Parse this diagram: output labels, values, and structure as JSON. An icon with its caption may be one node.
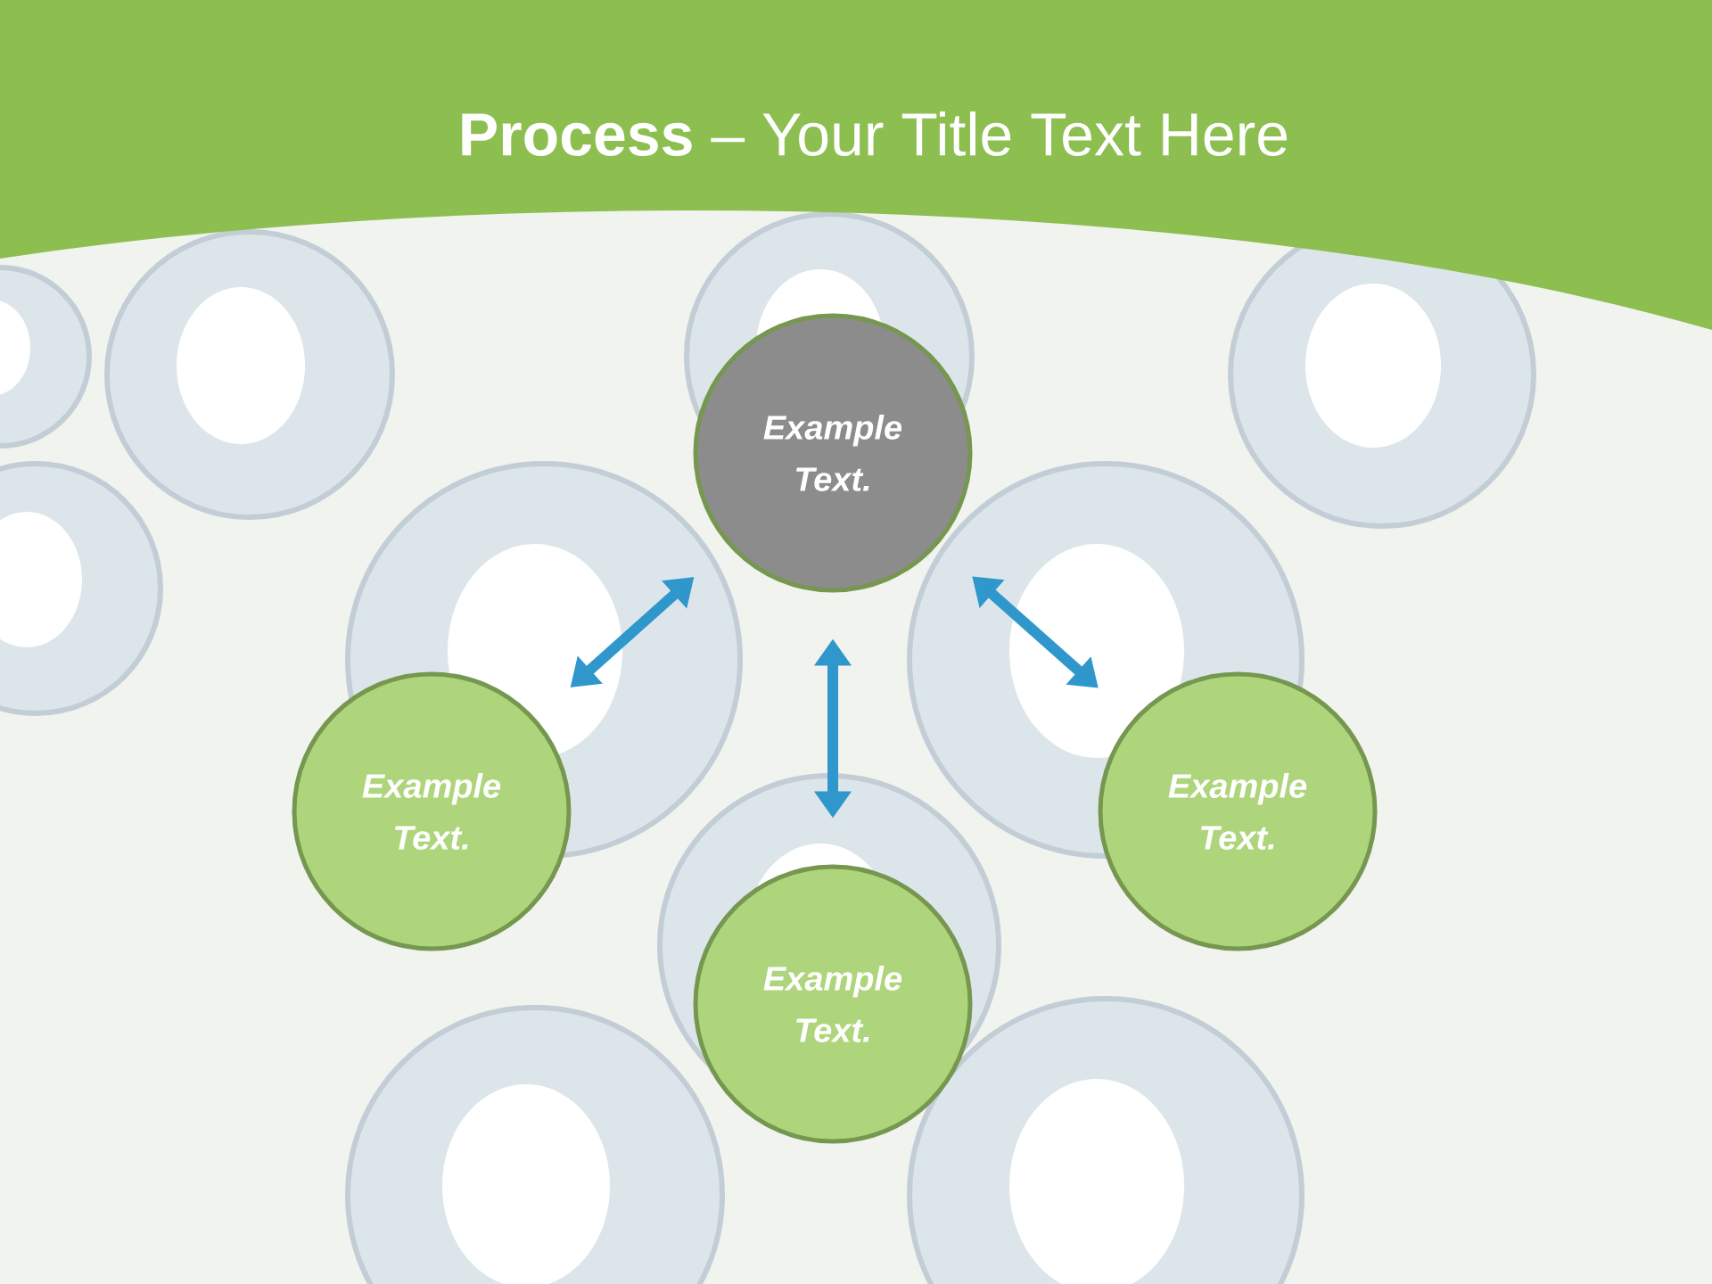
{
  "diagram": {
    "title": "**Process** – Your Title Text Here",
    "nodes": [
      {
        "text": [
          "Example Text."
        ]
      },
      {
        "text": [
          "Example Text."
        ]
      },
      {
        "text": [
          "Example Text."
        ]
      },
      {
        "text": [
          "Example Text."
        ]
      }
    ],
    "edges": [
      {
        "from": 0,
        "to": 1,
        "arrow": "both"
      },
      {
        "from": 0,
        "to": 2,
        "arrow": "both"
      },
      {
        "from": 0,
        "to": 3,
        "arrow": "both"
      }
    ]
  }
}
